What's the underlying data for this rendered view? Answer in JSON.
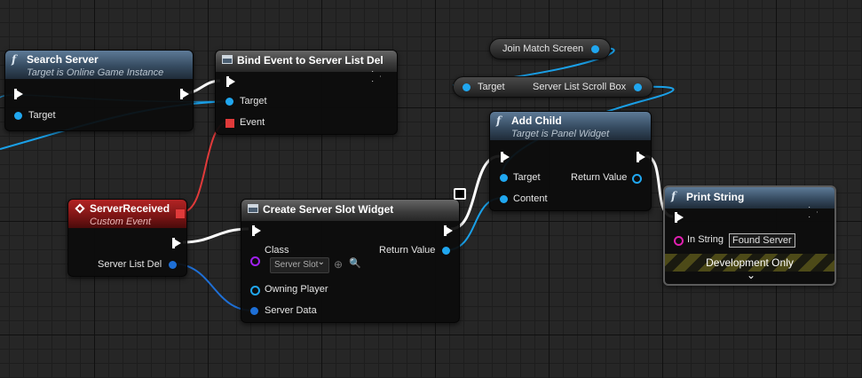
{
  "nodes": {
    "search_server": {
      "title": "Search Server",
      "subtitle": "Target is Online Game Instance",
      "target_label": "Target"
    },
    "bind_event": {
      "title": "Bind Event to Server List Del",
      "target_label": "Target",
      "event_label": "Event"
    },
    "join_match_screen": {
      "label": "Join Match Screen"
    },
    "server_list_scroll_box": {
      "target_label": "Target",
      "label": "Server List Scroll Box"
    },
    "add_child": {
      "title": "Add Child",
      "subtitle": "Target is Panel Widget",
      "target_label": "Target",
      "content_label": "Content",
      "return_label": "Return Value"
    },
    "server_received": {
      "title": "ServerReceived",
      "subtitle": "Custom Event",
      "output_label": "Server List Del"
    },
    "create_widget": {
      "title": "Create Server Slot Widget",
      "class_label": "Class",
      "class_value": "Server Slot",
      "owning_player_label": "Owning Player",
      "server_data_label": "Server Data",
      "return_label": "Return Value"
    },
    "print_string": {
      "title": "Print String",
      "in_string_label": "In String",
      "in_string_value": "Found Server",
      "dev_only_label": "Development Only"
    }
  },
  "icons": {
    "function": "f",
    "expand": "⌄",
    "dropdown": "⌄",
    "browse": "⊕",
    "search": "🔍"
  },
  "colors": {
    "exec": "#ffffff",
    "object_pin": "#20a7f0",
    "struct_pin": "#1e6fd6",
    "delegate_pin": "#e03a3a",
    "class_pin": "#a020f0",
    "string_pin": "#e020b0"
  }
}
